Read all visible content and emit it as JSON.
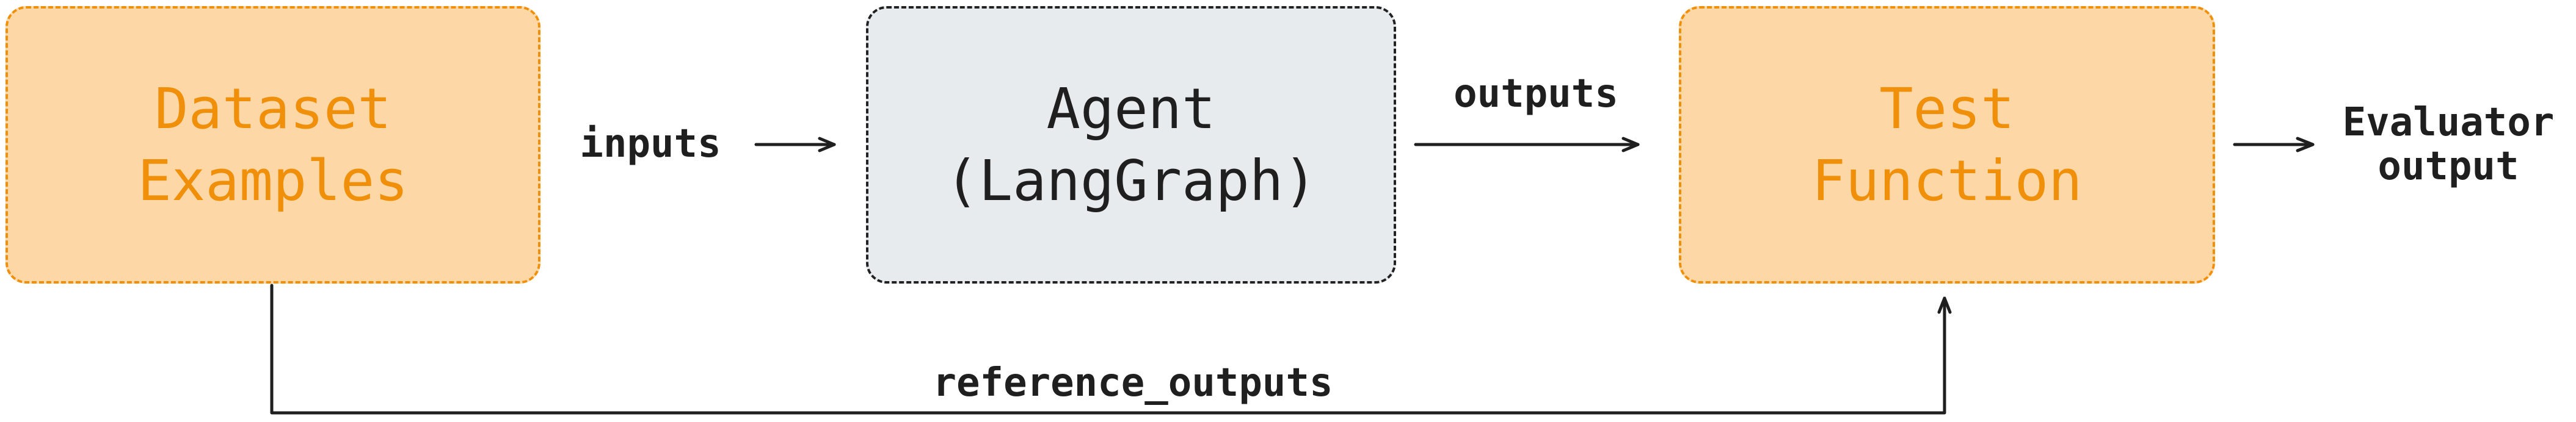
{
  "nodes": {
    "dataset": {
      "label": "Dataset\nExamples",
      "fill": "#FDD7A5",
      "border": "#F0900A",
      "text_color": "#F0900A"
    },
    "agent": {
      "label": "Agent\n(LangGraph)",
      "fill": "#E8EBEE",
      "border": "#222222",
      "text_color": "#1F1F1F"
    },
    "test_function": {
      "label": "Test\nFunction",
      "fill": "#FDD7A5",
      "border": "#F0900A",
      "text_color": "#F0900A"
    },
    "evaluator_output": {
      "label": "Evaluator\noutput"
    }
  },
  "edges": {
    "inputs": {
      "label": "inputs",
      "from": "Dataset Examples",
      "to": "Agent (LangGraph)"
    },
    "outputs": {
      "label": "outputs",
      "from": "Agent (LangGraph)",
      "to": "Test Function"
    },
    "result": {
      "label": "",
      "from": "Test Function",
      "to": "Evaluator output"
    },
    "reference_outputs": {
      "label": "reference_outputs",
      "from": "Dataset Examples",
      "to": "Test Function"
    }
  }
}
